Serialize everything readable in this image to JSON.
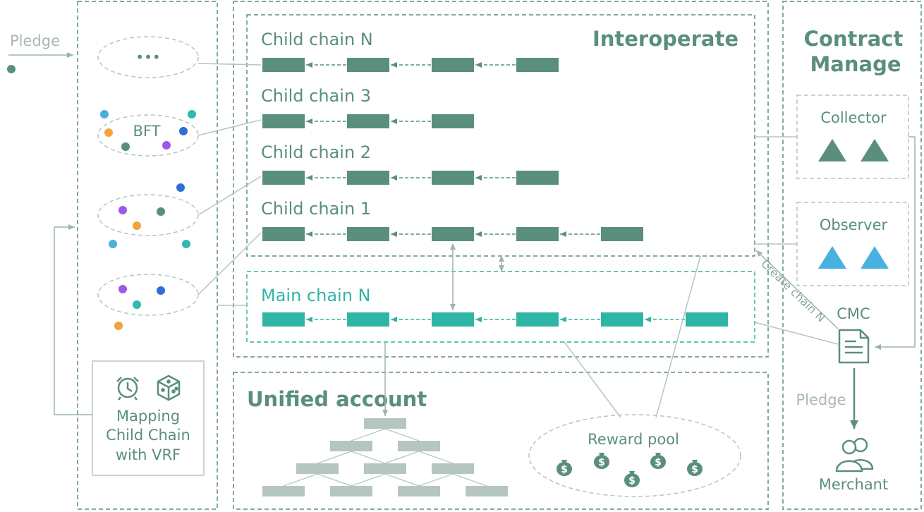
{
  "colors": {
    "green": "#5a8f7b",
    "teal": "#2fb5a6",
    "grey": "#b5c6c0",
    "line": "#9bb5ab",
    "blue": "#48b1df",
    "orange": "#f0a43a",
    "purple": "#9b59e6",
    "darkblue": "#2e6fd1",
    "cyan": "#33b8b0"
  },
  "left": {
    "pledge_label": "Pledge",
    "bft_label": "BFT",
    "ellipsis_label": "•••",
    "vrf_lines": [
      "Mapping",
      "Child Chain",
      "with VRF"
    ]
  },
  "center": {
    "interoperate_title": "Interoperate",
    "chains": [
      {
        "label": "Child chain N",
        "blocks": 4
      },
      {
        "label": "Child chain 3",
        "blocks": 3
      },
      {
        "label": "Child chain 2",
        "blocks": 4
      },
      {
        "label": "Child chain 1",
        "blocks": 5
      }
    ],
    "main_chain": {
      "label": "Main chain N",
      "blocks": 6
    },
    "unified_title": "Unified account",
    "reward_pool_label": "Reward pool",
    "coin_symbol": "$"
  },
  "right": {
    "title_lines": [
      "Contract",
      "Manage"
    ],
    "collector_label": "Collector",
    "observer_label": "Observer",
    "cmc_label": "CMC",
    "create_chain_label": "Create chain N",
    "pledge_label": "Pledge",
    "merchant_label": "Merchant"
  }
}
